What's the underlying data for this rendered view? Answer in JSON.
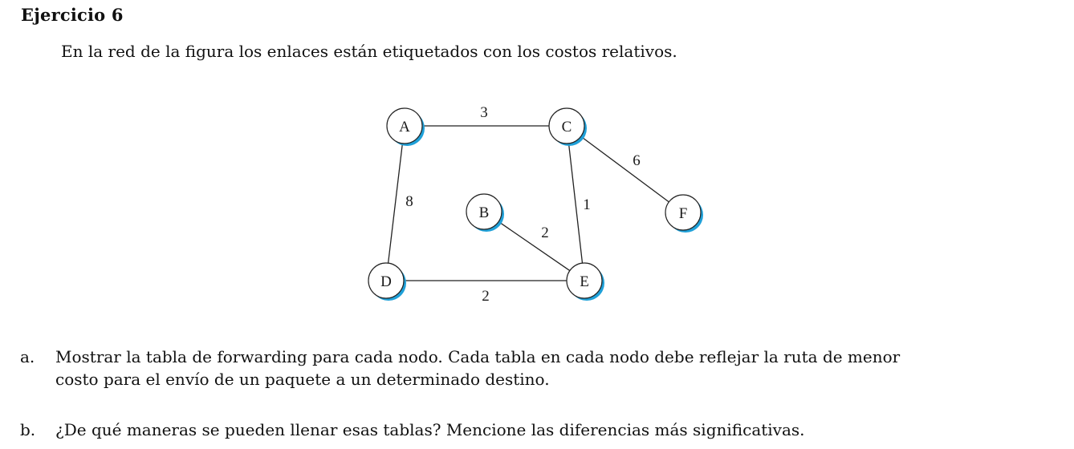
{
  "exercise": {
    "heading": "Ejercicio 6",
    "intro": "En la red de la figura los enlaces están etiquetados con los costos relativos."
  },
  "network": {
    "nodes": [
      {
        "id": "A",
        "label": "A"
      },
      {
        "id": "B",
        "label": "B"
      },
      {
        "id": "C",
        "label": "C"
      },
      {
        "id": "D",
        "label": "D"
      },
      {
        "id": "E",
        "label": "E"
      },
      {
        "id": "F",
        "label": "F"
      }
    ],
    "edges": [
      {
        "from": "A",
        "to": "C",
        "cost": "3"
      },
      {
        "from": "A",
        "to": "D",
        "cost": "8"
      },
      {
        "from": "C",
        "to": "E",
        "cost": "1"
      },
      {
        "from": "C",
        "to": "F",
        "cost": "6"
      },
      {
        "from": "B",
        "to": "E",
        "cost": "2"
      },
      {
        "from": "D",
        "to": "E",
        "cost": "2"
      }
    ],
    "node_shadow_color": "#1fa0d8"
  },
  "questions": [
    {
      "marker": "a.",
      "line1": "Mostrar la tabla de forwarding para cada nodo. Cada tabla en cada nodo debe reflejar la ruta de menor",
      "line2": "costo para el envío de un paquete a un determinado destino."
    },
    {
      "marker": "b.",
      "line1": "¿De qué maneras se pueden llenar esas tablas? Mencione las diferencias más significativas."
    }
  ]
}
